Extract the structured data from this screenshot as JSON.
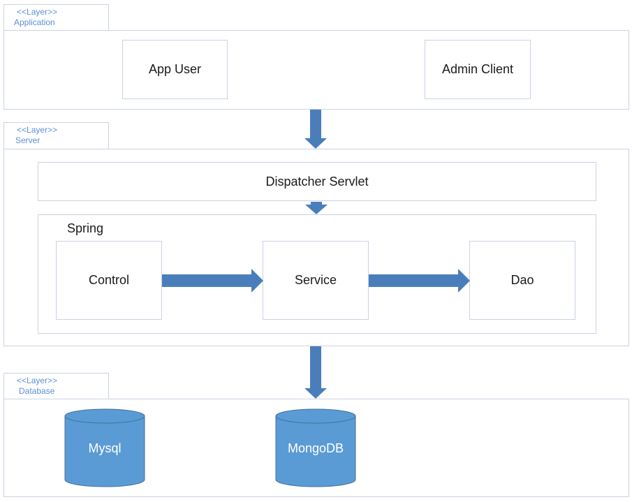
{
  "colors": {
    "arrow": "#4a7ebb",
    "cylinder": "#5b9bd5",
    "cylinder_edge": "#41719c",
    "border": "#c9d3e3",
    "layer_text": "#5b8ed8"
  },
  "layers": {
    "application": {
      "stereotype": "<<Layer>>",
      "name": "Application"
    },
    "server": {
      "stereotype": "<<Layer>>",
      "name": "Server"
    },
    "database": {
      "stereotype": "<<Layer>>",
      "name": "Database"
    }
  },
  "application": {
    "app_user": "App User",
    "admin_client": "Admin Client"
  },
  "server": {
    "dispatcher": "Dispatcher Servlet",
    "spring_label": "Spring",
    "control": "Control",
    "service": "Service",
    "dao": "Dao"
  },
  "database": {
    "mysql": "Mysql",
    "mongodb": "MongoDB"
  }
}
